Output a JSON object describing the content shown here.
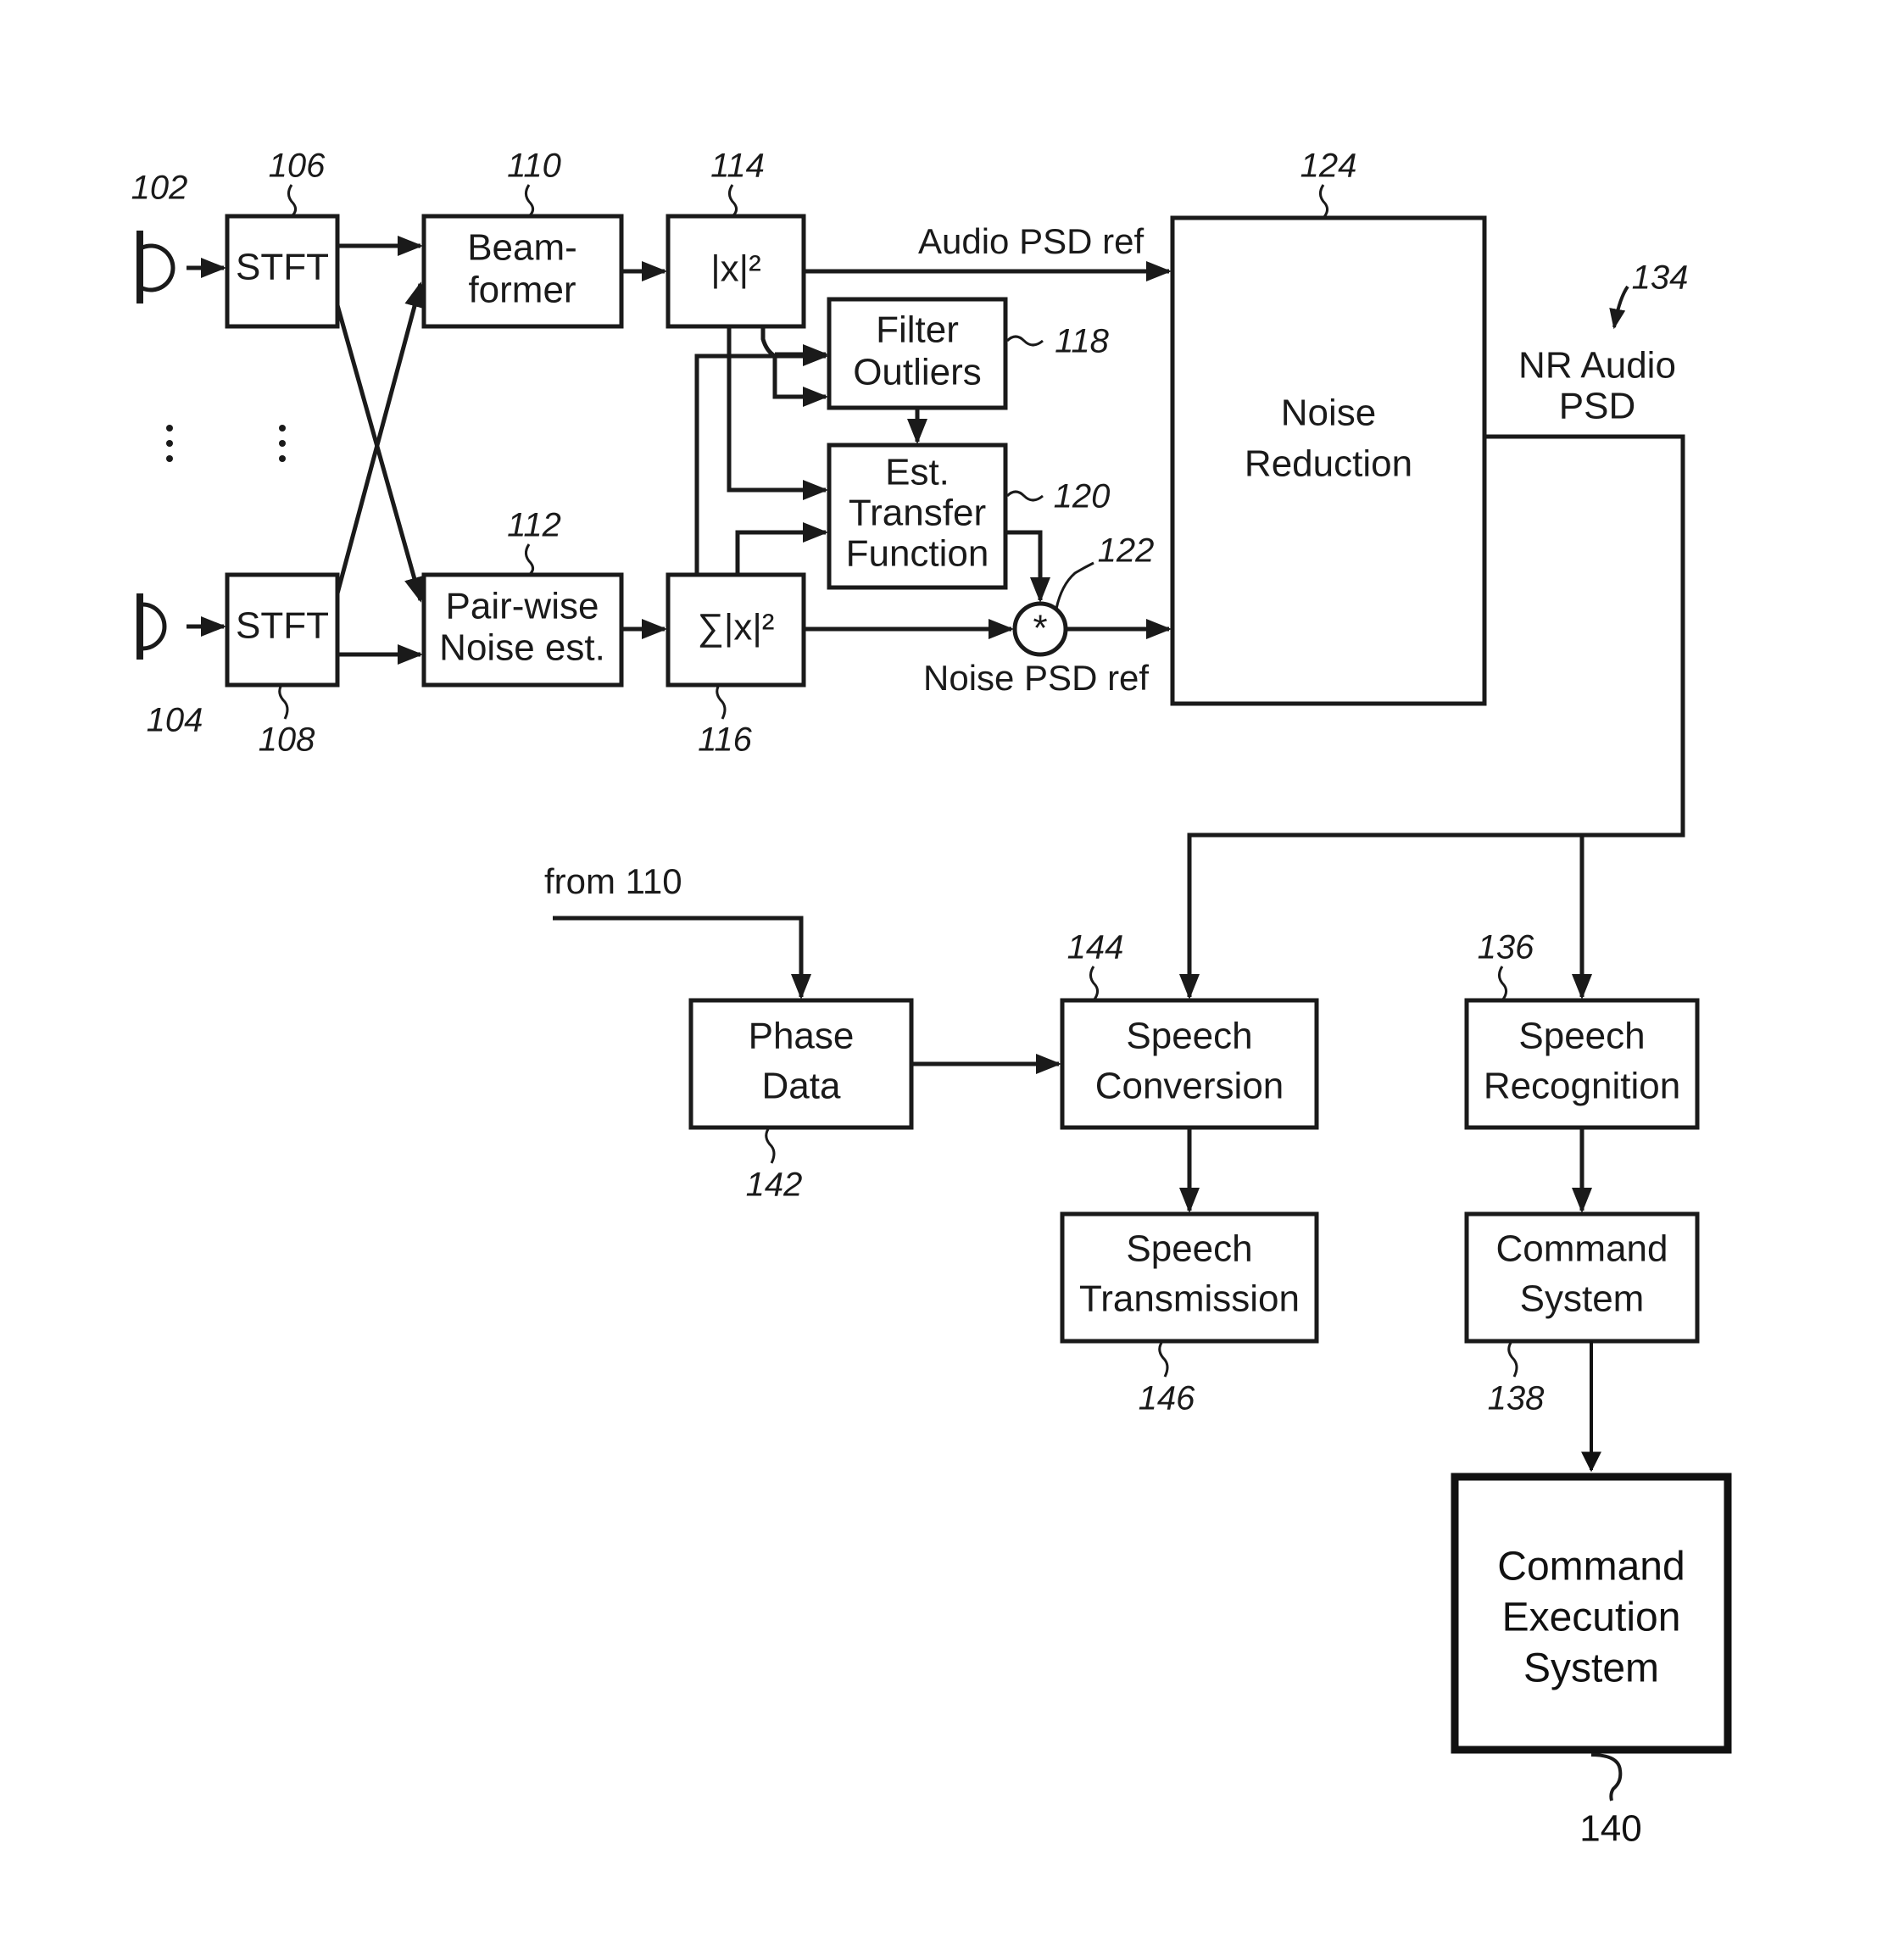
{
  "blocks": {
    "stft_top": {
      "lines": [
        "STFT"
      ],
      "ref": "106"
    },
    "stft_bottom": {
      "lines": [
        "STFT"
      ],
      "ref": "108"
    },
    "beamformer": {
      "lines": [
        "Beam-",
        "former"
      ],
      "ref": "110"
    },
    "pairwise_noise": {
      "lines": [
        "Pair-wise",
        "Noise est."
      ],
      "ref": "112"
    },
    "abs_squared": {
      "lines": [
        "|x|²"
      ],
      "ref": "114"
    },
    "sum_abs_squared": {
      "lines": [
        "∑|x|²"
      ],
      "ref": "116"
    },
    "filter_outliers": {
      "lines": [
        "Filter",
        "Outliers"
      ],
      "ref": "118"
    },
    "est_transfer": {
      "lines": [
        "Est.",
        "Transfer",
        "Function"
      ],
      "ref": "120"
    },
    "multiplier": {
      "symbol": "*",
      "ref": "122"
    },
    "noise_reduction": {
      "lines": [
        "Noise",
        "Reduction"
      ],
      "ref": "124"
    },
    "phase_data": {
      "lines": [
        "Phase",
        "Data"
      ],
      "ref": "142"
    },
    "speech_conversion": {
      "lines": [
        "Speech",
        "Conversion"
      ],
      "ref": "144"
    },
    "speech_recognition": {
      "lines": [
        "Speech",
        "Recognition"
      ],
      "ref": "136"
    },
    "speech_transmission": {
      "lines": [
        "Speech",
        "Transmission"
      ],
      "ref": "146"
    },
    "command_system": {
      "lines": [
        "Command",
        "System"
      ],
      "ref": "138"
    },
    "command_execution": {
      "lines": [
        "Command",
        "Execution",
        "System"
      ],
      "ref": "140"
    }
  },
  "microphones": {
    "top_ref": "102",
    "bottom_ref": "104"
  },
  "signals": {
    "audio_psd_ref": "Audio PSD ref",
    "noise_psd_ref": "Noise PSD ref",
    "nr_audio_psd": [
      "NR Audio",
      "PSD"
    ],
    "nr_audio_psd_ref": "134",
    "from_110": "from 110"
  },
  "colors": {
    "stroke": "#1a1a1a",
    "background": "#ffffff"
  }
}
